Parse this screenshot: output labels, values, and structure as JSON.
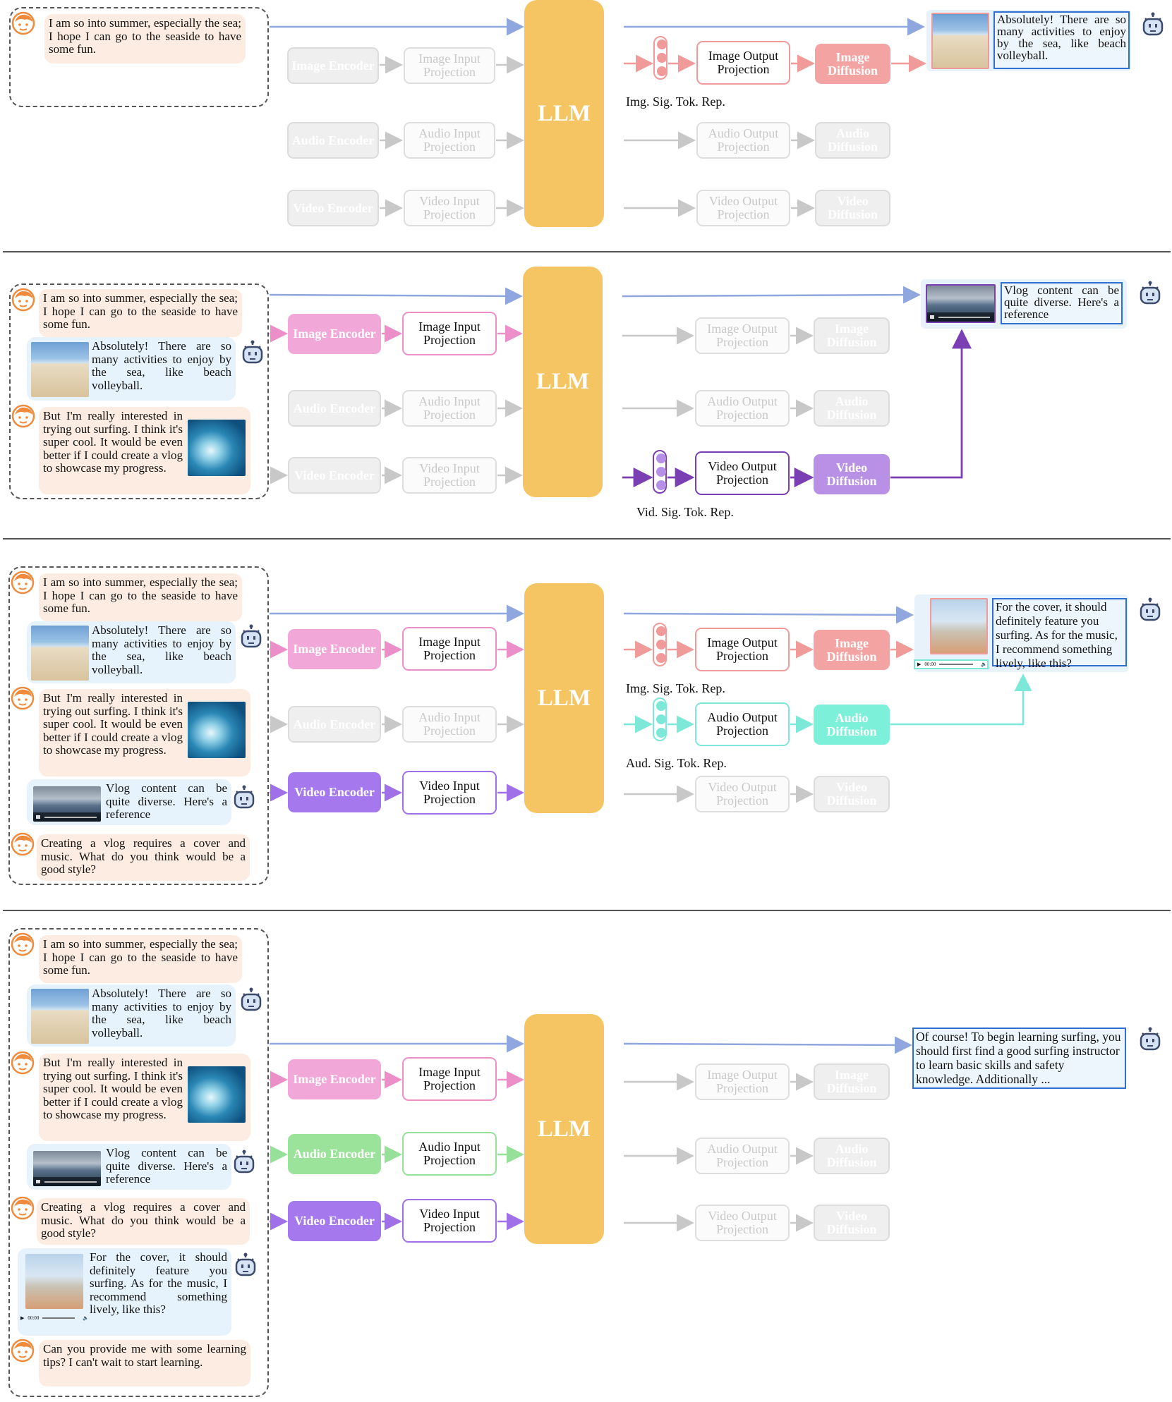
{
  "llm_label": "LLM",
  "modules": {
    "image_encoder": "Image Encoder",
    "audio_encoder": "Audio Encoder",
    "video_encoder": "Video Encoder",
    "image_input_projection": "Image Input Projection",
    "audio_input_projection": "Audio Input Projection",
    "video_input_projection": "Video Input Projection",
    "image_output_projection": "Image Output Projection",
    "audio_output_projection": "Audio Output Projection",
    "video_output_projection": "Video Output Projection",
    "image_diffusion": "Image Diffusion",
    "audio_diffusion": "Audio Diffusion",
    "video_diffusion": "Video Diffusion"
  },
  "token_labels": {
    "img": "Img. Sig. Tok. Rep.",
    "vid": "Vid. Sig. Tok. Rep.",
    "aud": "Aud. Sig. Tok. Rep."
  },
  "messages": {
    "m1": "I am so into summer, especially the sea; I hope I can go to the seaside to have some fun.",
    "m2": "Absolutely! There are so many activities to enjoy by the sea, like beach volleyball.",
    "m3": "But I'm really interested in trying out surfing. I think it's super cool. It would be even better if I could create a vlog to showcase my progress.",
    "m4": "Vlog content can be quite diverse. Here's a reference",
    "m5": "Creating a vlog requires a cover and music. What do you think would be a good style?",
    "m6": "For the cover, it should definitely feature you surfing. As for the music, I recommend something lively, like this?",
    "m7": "Can you provide me with some learning tips? I can't wait to start learning.",
    "m8": "Of course! To begin learning surfing, you should first find a good surfing instructor to learn basic skills and safety knowledge. Additionally ..."
  },
  "colors": {
    "text_link": "#8fa6de",
    "image_in": "#ec8fc9",
    "image_out": "#f19a9a",
    "audio_in": "#97e09a",
    "audio_out": "#7ee8d8",
    "video": "#a070e8",
    "video_out": "#7a3fb3",
    "llm": "#f6c563",
    "inactive": "#c8c8c8"
  }
}
